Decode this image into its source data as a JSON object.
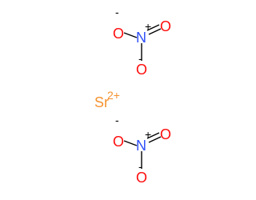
{
  "structure": {
    "cation": {
      "symbol": "Sr",
      "charge": "2+",
      "color": "#f5922f"
    },
    "anions": [
      {
        "nitrogen": "N",
        "n_charge": "+",
        "o_single_left": "O",
        "o_single_left_charge": "-",
        "o_double": "O",
        "o_single_bottom": "O",
        "o_single_bottom_charge": "-"
      },
      {
        "nitrogen": "N",
        "n_charge": "+",
        "o_single_left": "O",
        "o_single_left_charge": "-",
        "o_double": "O",
        "o_single_bottom": "O",
        "o_single_bottom_charge": "-"
      }
    ],
    "colors": {
      "oxygen": "#ff0d0d",
      "nitrogen": "#3050f8",
      "charge": "#000000",
      "bond": "#000000"
    }
  }
}
